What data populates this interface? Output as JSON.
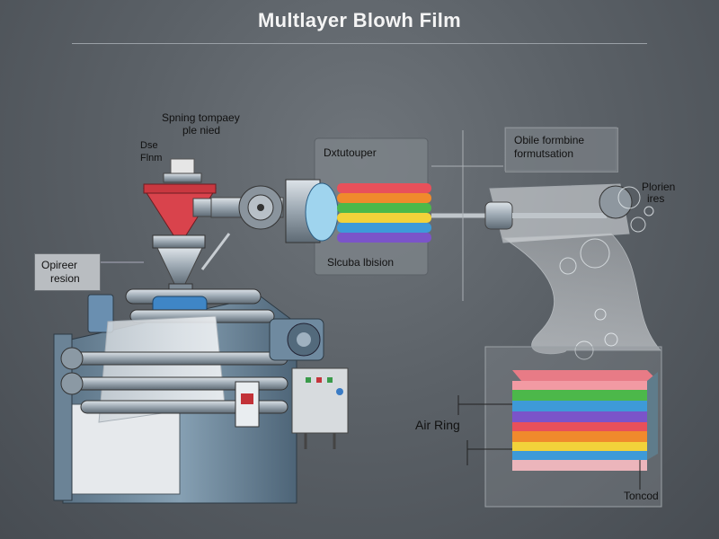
{
  "header": {
    "title": "Multlayer Blowh Film"
  },
  "labels": {
    "spring_top_1": "Spning tompaey",
    "spring_top_2": "ple nied",
    "die": "Dse",
    "film": "Flnm",
    "opireer": "Opireer",
    "resion": "resion",
    "extruder_top": "Dxtutouper",
    "extruder_bottom": "Slcuba lbision",
    "formation_1": "Obile formbine",
    "formation_2": "formutsation",
    "bubbles_1": "Plorien",
    "bubbles_2": "ires",
    "air_ring": "Air Ring",
    "layers_bottom": "Toncod"
  },
  "colors": {
    "layer_red": "#e8505a",
    "layer_orange": "#f08a2c",
    "layer_yellow": "#f2d23a",
    "layer_green": "#4cb84a",
    "layer_blue": "#3e9ad8",
    "layer_purple": "#7b54c9",
    "layer_pink": "#e96a7e",
    "hopper_red": "#d9434c",
    "machine_steel": "#6a8296"
  }
}
